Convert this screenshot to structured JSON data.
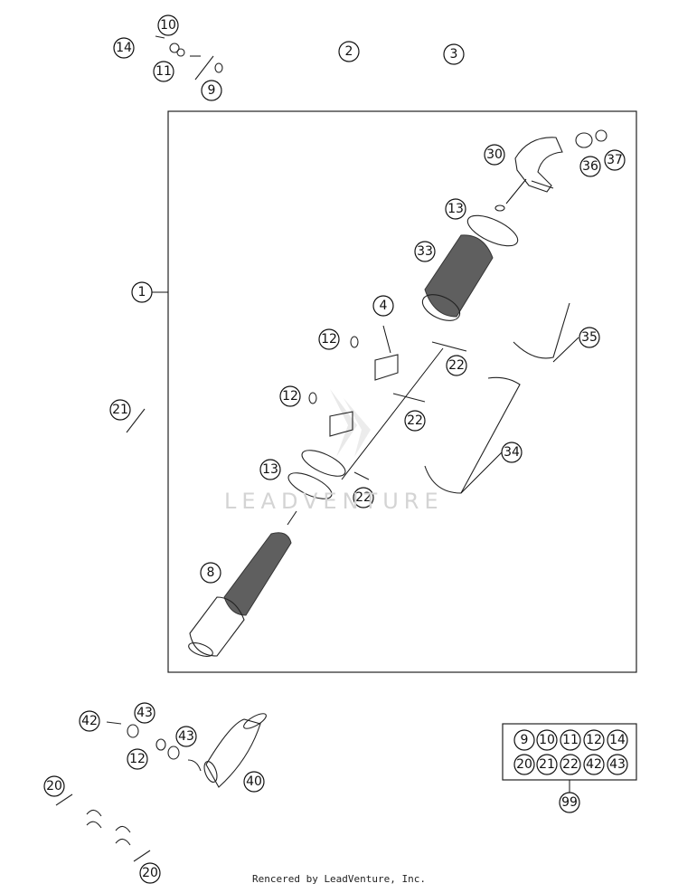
{
  "callouts": {
    "c1": "1",
    "c2": "2",
    "c3": "3",
    "c4": "4",
    "c8": "8",
    "c9": "9",
    "c10": "10",
    "c11": "11",
    "c12a": "12",
    "c12b": "12",
    "c12c": "12",
    "c13a": "13",
    "c13b": "13",
    "c14": "14",
    "c20a": "20",
    "c20b": "20",
    "c21": "21",
    "c22a": "22",
    "c22b": "22",
    "c22c": "22",
    "c30": "30",
    "c33": "33",
    "c34": "34",
    "c35": "35",
    "c36": "36",
    "c37": "37",
    "c40": "40",
    "c42": "42",
    "c43a": "43",
    "c43b": "43"
  },
  "kit": {
    "row1": [
      "9",
      "10",
      "11",
      "12",
      "14"
    ],
    "row2": [
      "20",
      "21",
      "22",
      "42",
      "43"
    ],
    "total": "99"
  },
  "watermark": "LEADVENTURE",
  "footer": "Rencered by LeadVenture, Inc."
}
